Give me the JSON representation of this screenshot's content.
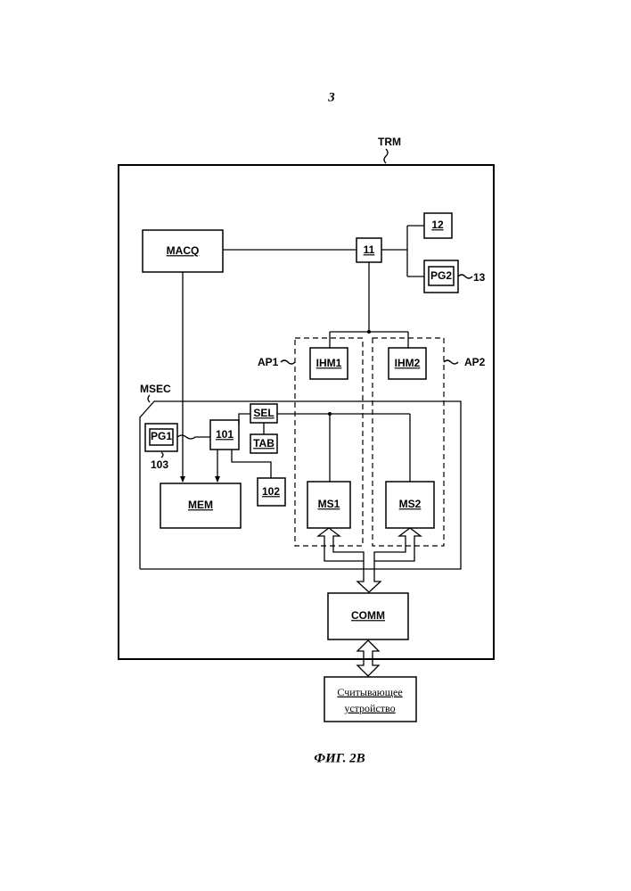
{
  "page_number": "3",
  "figure_caption": "ФИГ. 2B",
  "labels": {
    "trm": "TRM",
    "macq": "MACQ",
    "n11": "11",
    "n12": "12",
    "pg2": "PG2",
    "n13": "13",
    "ap1": "AP1",
    "ap2": "AP2",
    "ihm1": "IHM1",
    "ihm2": "IHM2",
    "msec": "MSEC",
    "sel": "SEL",
    "tab": "TAB",
    "pg1": "PG1",
    "n101": "101",
    "n103": "103",
    "n102": "102",
    "mem": "MEM",
    "ms1": "MS1",
    "ms2": "MS2",
    "comm": "COMM",
    "reader_line1": "Считывающее",
    "reader_line2": "устройство"
  }
}
